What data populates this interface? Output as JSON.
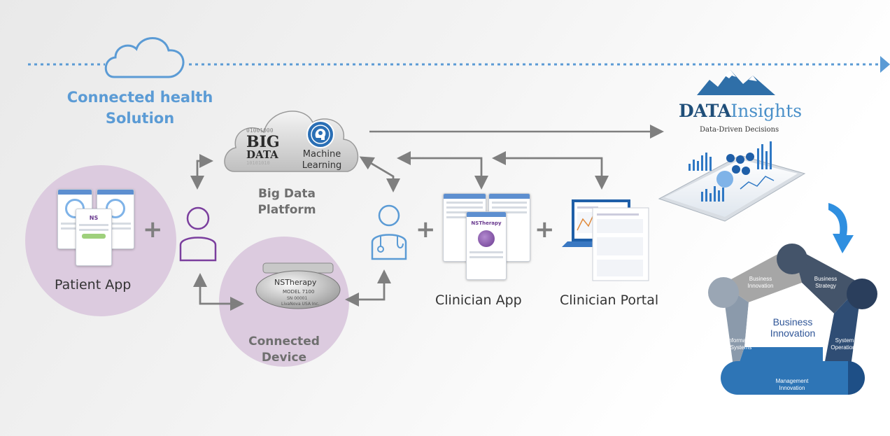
{
  "title": {
    "line1": "Connected health",
    "line2": "Solution"
  },
  "big_data_cloud": {
    "binary_top": "01001000",
    "big": "BIG",
    "data": "DATA",
    "binary_bottom": "10101010"
  },
  "machine_learning": {
    "line1": "Machine",
    "line2": "Learning"
  },
  "platform_label": {
    "line1": "Big Data",
    "line2": "Platform"
  },
  "patient_app": {
    "label": "Patient App",
    "logo_text": "NS"
  },
  "connected_device": {
    "line1": "Connected",
    "line2": "Device",
    "brand": "NSTherapy",
    "model": "MODEL 7100",
    "serial": "SN 00001",
    "maker": "LivaNova USA Inc."
  },
  "clinician_app": {
    "label": "Clinician App",
    "logo_text": "NSTherapy"
  },
  "clinician_portal": {
    "label": "Clinician Portal"
  },
  "plus_sign": "+",
  "data_insights": {
    "data": "DATA",
    "insights": "Insights",
    "tagline": "Data-Driven Decisions"
  },
  "pentagon": {
    "center_line1": "Business",
    "center_line2": "Innovation",
    "segments": [
      {
        "line1": "Business",
        "line2": "Innovation"
      },
      {
        "line1": "Business",
        "line2": "Strategy"
      },
      {
        "line1": "System",
        "line2": "Operations"
      },
      {
        "line1": "Management",
        "line2": "Innovation"
      },
      {
        "line1": "Information",
        "line2": "Systems"
      }
    ]
  },
  "colors": {
    "accent_blue": "#5b9bd5",
    "purple": "#7b3f9e",
    "lavender_circle": "#dccbdf",
    "arrow_gray": "#7f7f7f",
    "pentagon_gray": "#a6a6a6",
    "pentagon_navy": "#44546a",
    "pentagon_blue": "#2e75b6"
  },
  "icons": [
    "cloud-outline-icon",
    "person-icon",
    "doctor-icon",
    "brain-icon",
    "curved-arrow-icon"
  ]
}
